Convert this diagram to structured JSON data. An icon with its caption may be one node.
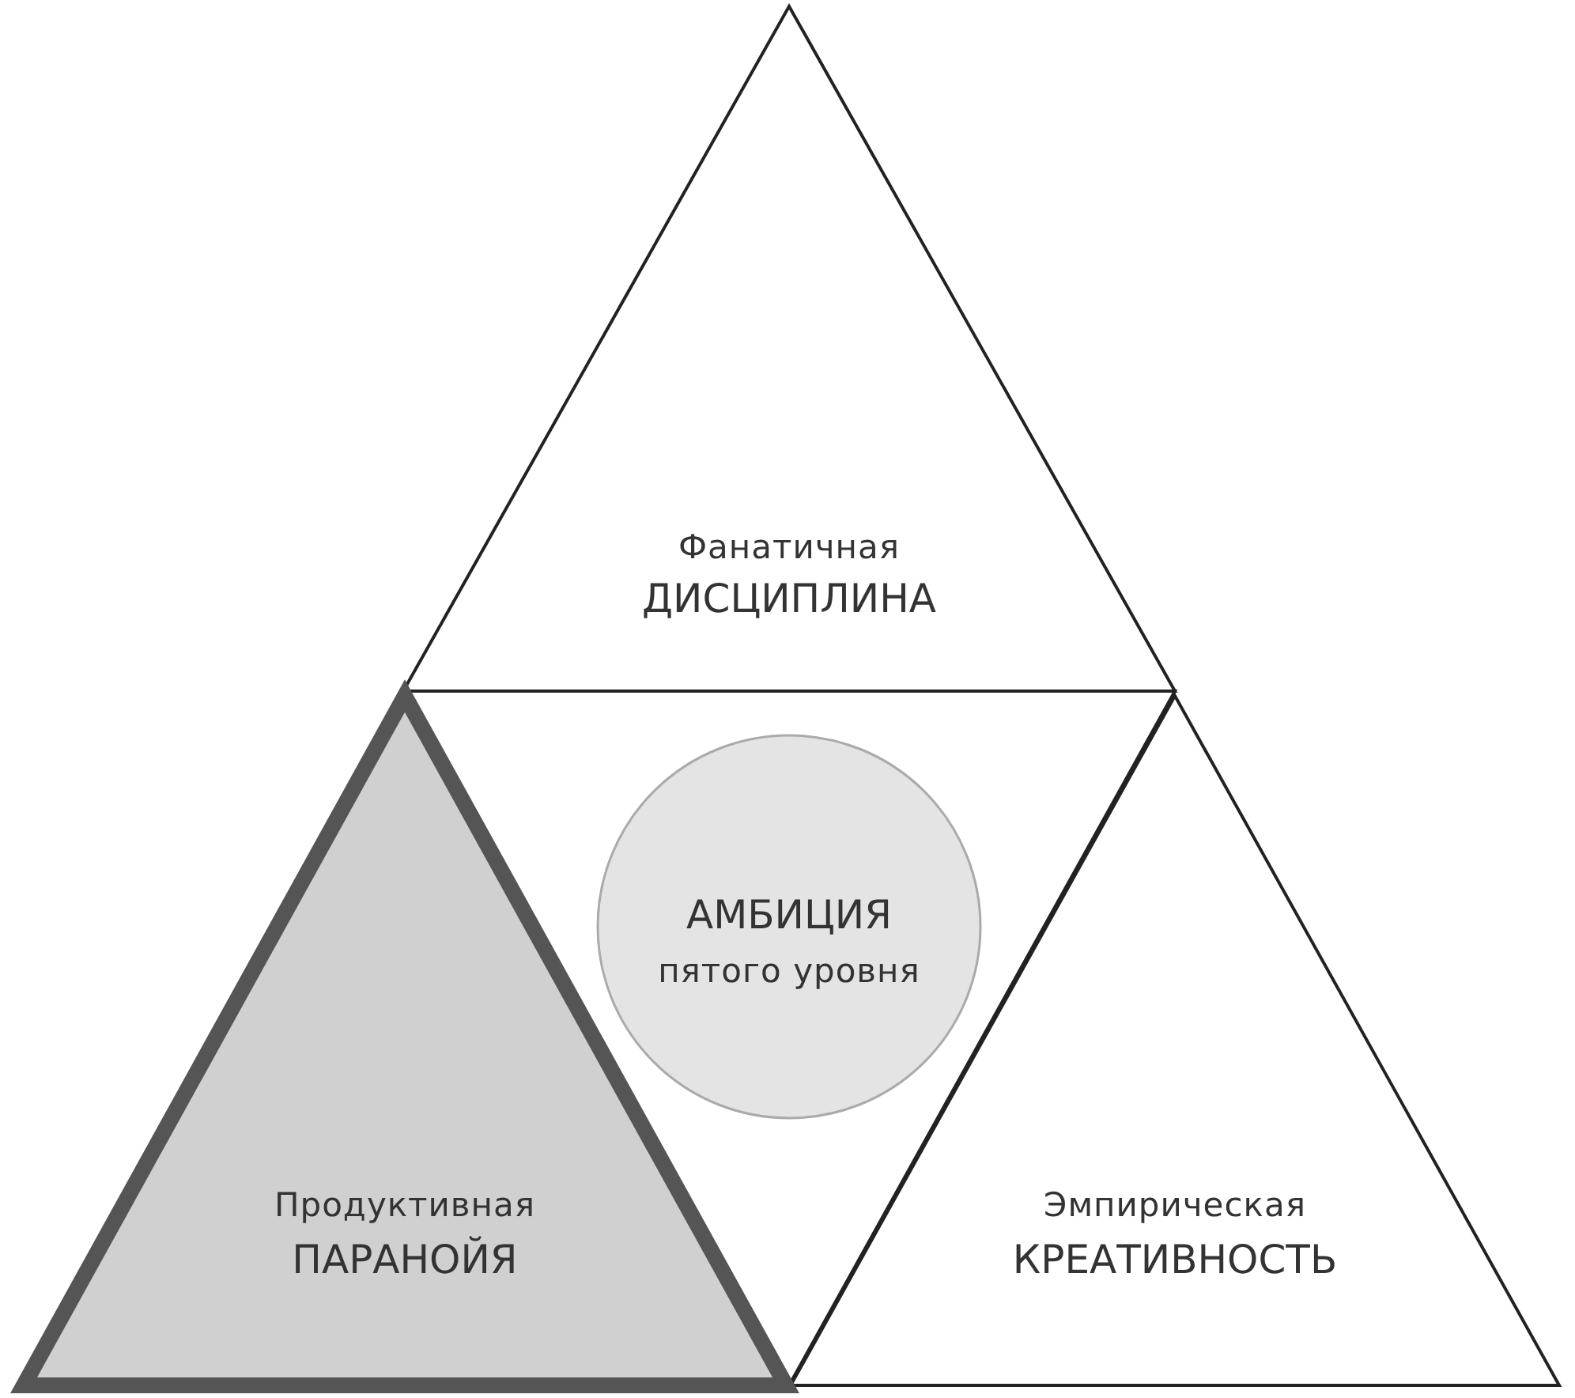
{
  "diagram": {
    "nodes": [
      {
        "text": [
          "Фанатичная",
          "ДИСЦИПЛИНА"
        ]
      },
      {
        "text": [],
        "shape": "triangle"
      },
      {
        "text": [
          "АМБИЦИЯ",
          "пятого уровня"
        ],
        "in": 1
      },
      {
        "text": [
          "Продуктивная",
          "ПАРАНОЙЯ"
        ]
      },
      {
        "text": [
          "Эмпирическая",
          "КРЕАТИВНОСТЬ"
        ]
      }
    ]
  }
}
